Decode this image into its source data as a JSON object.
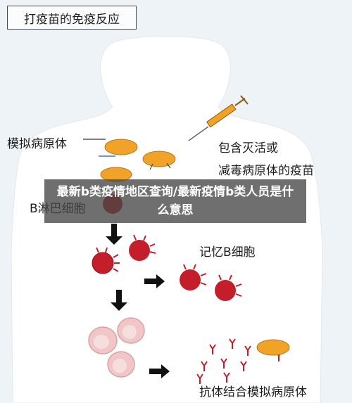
{
  "title": "打疫苗的免疫反应",
  "labels": {
    "antigen": "模拟病原体",
    "vaccine_line1": "包含灭活或",
    "vaccine_line2": "减毒病原体的疫苗",
    "b_cell": "B淋巴细胞",
    "memory_b": "记忆B细胞",
    "antibody": "抗体结合模拟病原体"
  },
  "overlay": {
    "text": "最新b类疫情地区查询/最新疫情b类人员是什么意思"
  },
  "colors": {
    "background": "#eef3f8",
    "body_silhouette": "#ffffff",
    "pathogen_orange": "#f0a327",
    "cell_red": "#c41e2a",
    "plasma_pink": "#f1c6c6",
    "arrow": "#111111",
    "overlay_bg": "#464646"
  }
}
